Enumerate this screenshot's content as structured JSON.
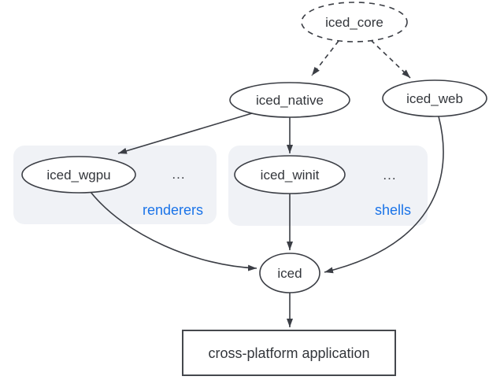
{
  "diagram": {
    "nodes": {
      "iced_core": "iced_core",
      "iced_native": "iced_native",
      "iced_web": "iced_web",
      "iced_wgpu": "iced_wgpu",
      "iced_winit": "iced_winit",
      "iced": "iced",
      "app": "cross-platform application"
    },
    "groups": {
      "renderers": {
        "label": "renderers",
        "ellipsis": "..."
      },
      "shells": {
        "label": "shells",
        "ellipsis": "..."
      }
    },
    "colors": {
      "group_label_blue": "#1a73e8",
      "line": "#3b3e45",
      "text": "#33363b",
      "group_background": "#f0f2f6"
    }
  }
}
